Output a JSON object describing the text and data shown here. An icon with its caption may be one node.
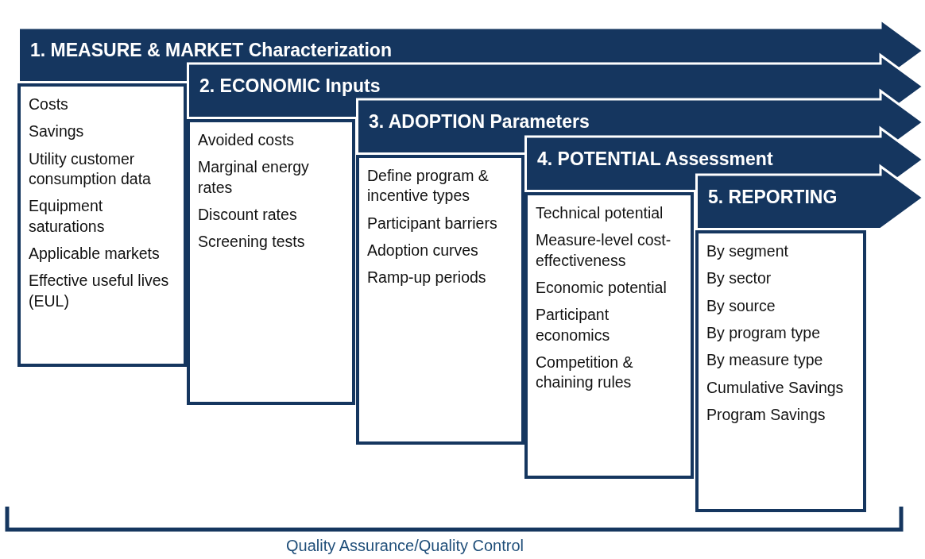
{
  "diagram": {
    "nodes": [
      {
        "text": [
          "1. MEASURE & MARKET Characterization"
        ]
      },
      {
        "text": [
          "Costs",
          "Savings",
          "Utility customer consumption data",
          "Equipment saturations",
          "Applicable markets",
          "Effective useful lives (EUL)"
        ]
      },
      {
        "text": [
          "2. ECONOMIC Inputs"
        ]
      },
      {
        "text": [
          "Avoided costs",
          "Marginal energy rates",
          "Discount rates",
          "Screening tests"
        ]
      },
      {
        "text": [
          "3. ADOPTION Parameters"
        ]
      },
      {
        "text": [
          "Define program & incentive types",
          "Participant barriers",
          "Adoption curves",
          "Ramp-up periods"
        ]
      },
      {
        "text": [
          "4. POTENTIAL Assessment"
        ]
      },
      {
        "text": [
          "Technical potential",
          "Measure-level cost-effectiveness",
          "Economic potential",
          "Participant economics",
          "Competition & chaining rules"
        ]
      },
      {
        "text": [
          "5. REPORTING"
        ]
      },
      {
        "text": [
          "By segment",
          "By sector",
          "By source",
          "By program type",
          "By measure type",
          "Cumulative Savings",
          "Program Savings"
        ]
      }
    ],
    "edges": [],
    "labels": [
      "Quality Assurance/Quality Control"
    ]
  }
}
